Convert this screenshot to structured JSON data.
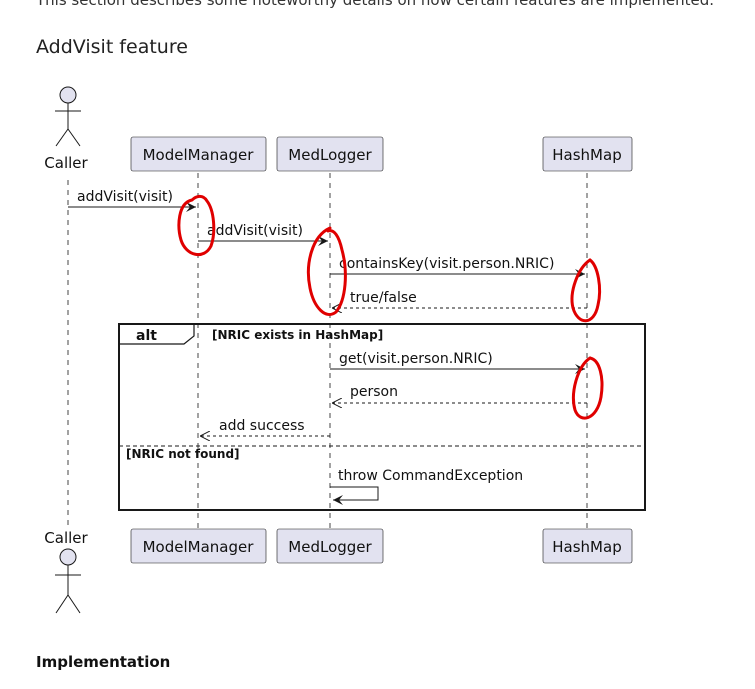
{
  "intro_text": "This section describes some noteworthy details on how certain features are implemented.",
  "section_title": "AddVisit feature",
  "implementation_heading": "Implementation",
  "diagram": {
    "actor": "Caller",
    "participants": {
      "model_manager": "ModelManager",
      "med_logger": "MedLogger",
      "hash_map": "HashMap"
    },
    "messages": {
      "m1": "addVisit(visit)",
      "m2": "addVisit(visit)",
      "m3": "containsKey(visit.person.NRIC)",
      "m4": "true/false",
      "m5": "get(visit.person.NRIC)",
      "m6": "person",
      "m7": "add success",
      "m8": "throw CommandException"
    },
    "fragment": {
      "operator": "alt",
      "guard_1": "[NRIC exists in HashMap]",
      "guard_2": "[NRIC not found]"
    },
    "colors": {
      "participant_fill": "#e2e2f0",
      "participant_stroke": "#181818",
      "annotation": "#e00000"
    }
  }
}
